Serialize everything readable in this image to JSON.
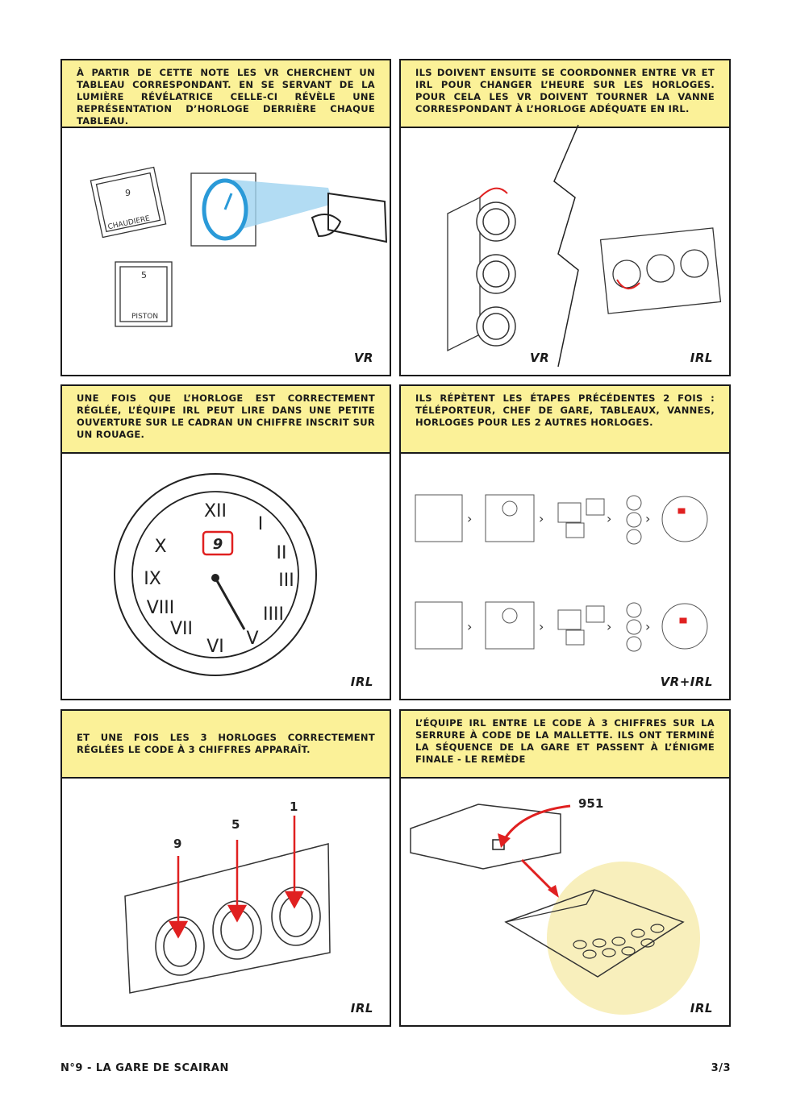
{
  "panels": [
    {
      "caption": "à partir de cette note les VR cherchent un tableau correspondant. En se servant de la lumière révélatrice celle-ci révèle une représentation d’horloge derrière chaque tableau.",
      "tag": "VR",
      "art_labels": {
        "frame1_number": "9",
        "frame1_word": "CHAUDIERE",
        "frame2_number": "5",
        "frame2_word": "PISTON"
      }
    },
    {
      "caption": "Ils doivent ensuite se coordonner entre VR et IRL pour changer l’heure sur les horloges. Pour cela les VR doivent tourner la vanne correspondant à l’horloge adéquate en IRL.",
      "tag_left": "VR",
      "tag": "IRL"
    },
    {
      "caption": "Une fois que l’horloge est correctement réglée, l’équipe IRL peut lire dans une petite ouverture sur le cadran un chiffre inscrit sur un rouage.",
      "tag": "IRL",
      "art_labels": {
        "digit": "9",
        "numerals": [
          "XII",
          "I",
          "II",
          "III",
          "IIII",
          "V",
          "VI",
          "VII",
          "VIII",
          "IX",
          "X"
        ]
      }
    },
    {
      "caption": "Ils répètent les étapes précédentes 2 fois : téléporteur, chef de gare, tableaux, vannes, horloges pour les 2 autres horloges.",
      "tag": "VR+IRL"
    },
    {
      "caption": "Et une fois les 3 horloges correctement réglées le code à 3 chiffres apparaît.",
      "tag": "IRL",
      "art_labels": {
        "d1": "9",
        "d2": "5",
        "d3": "1"
      }
    },
    {
      "caption": "L’équipe IRL entre le code à 3 chiffres sur la serrure à code de la mallette. Ils ont terminé la séquence de la gare et passent à l’énigme finale - ",
      "caption_bold": "le remède",
      "tag": "IRL",
      "art_labels": {
        "code": "951"
      }
    }
  ],
  "footer": {
    "title": "N°9 - La gare de Scairan",
    "page": "3/3"
  },
  "colors": {
    "caption_bg": "#fbf198",
    "arrow": "#e02020",
    "light": "#9fd3f0",
    "glow": "#f7ecb0"
  }
}
